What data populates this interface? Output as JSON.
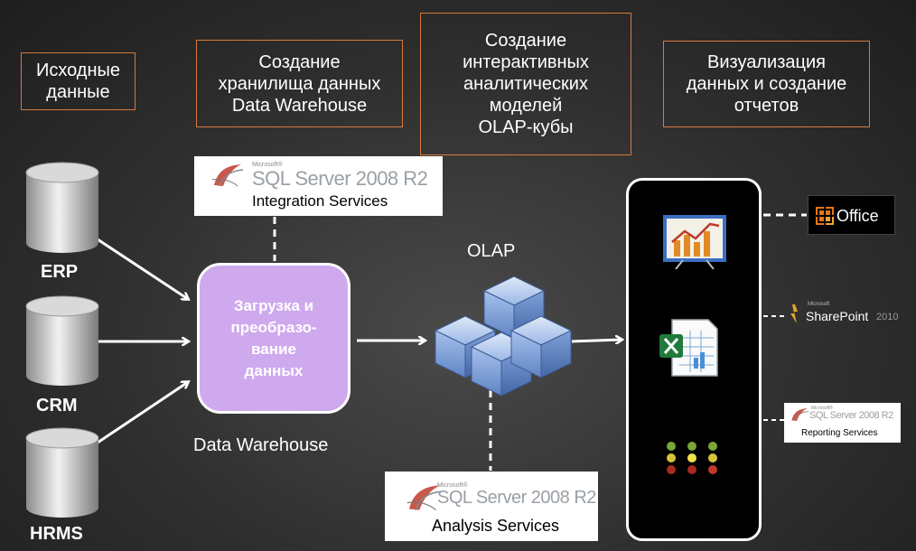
{
  "headers": {
    "source": "Исходные\nданные",
    "warehouse": "Создание\nхранилища данных\nData Warehouse",
    "olap": "Создание\nинтерактивных\nаналитических\nмоделей\nOLAP-кубы",
    "visual": "Визуализация\nданных и создание\nотчетов"
  },
  "sources": [
    "ERP",
    "CRM",
    "HRMS"
  ],
  "dw_box": "Загрузка и\nпреобразо-\nвание\nданных",
  "dw_label": "Data Warehouse",
  "olap_label": "OLAP",
  "sql_integration": {
    "ms": "Microsoft®",
    "name": "SQL Server 2008 R2",
    "service": "Integration Services"
  },
  "sql_analysis": {
    "ms": "Microsoft®",
    "name": "SQL Server 2008 R2",
    "service": "Analysis Services"
  },
  "sql_reporting": {
    "ms": "Microsoft®",
    "name": "SQL Server 2008 R2",
    "service": "Reporting Services"
  },
  "office_label": "Office",
  "sharepoint": {
    "ms": "Microsoft",
    "name": "SharePoint",
    "version": "2010"
  },
  "colors": {
    "accent_border": "#d9793a",
    "dw_fill": "#cfa9ee",
    "cube": "#8fb1e3",
    "office_orange": "#e3741b"
  }
}
